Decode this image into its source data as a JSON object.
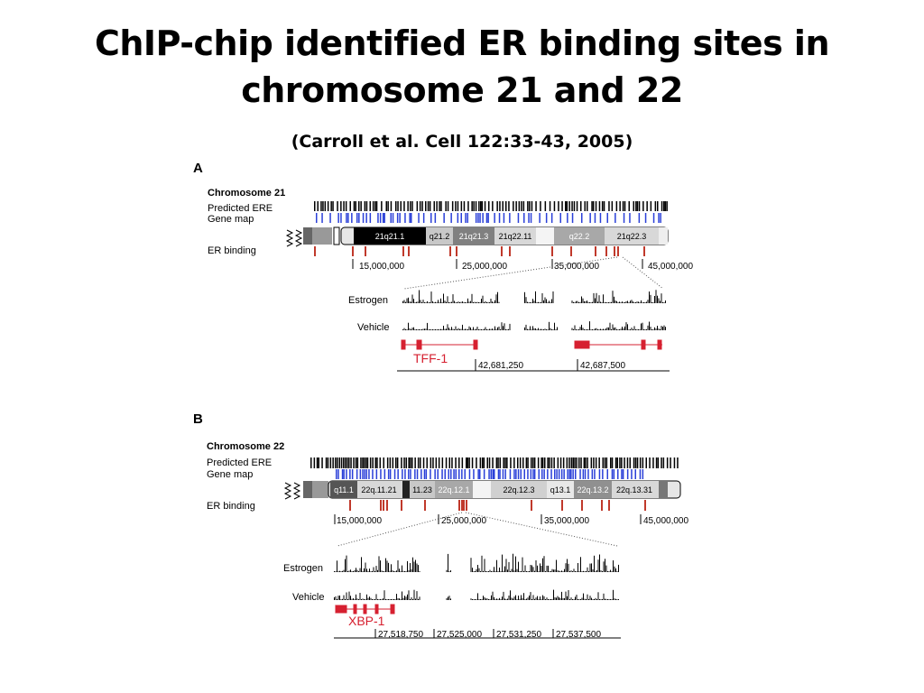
{
  "slide": {
    "title_line1": "ChIP-chip identified ER binding sites in",
    "title_line2": "chromosome 21 and 22",
    "subtitle": "(Carroll et al. Cell 122:33-43, 2005)"
  },
  "colors": {
    "ere": "#000000",
    "gene_map": "#2a3fd8",
    "er_binding": "#c0392b",
    "gene_feature": "#d62030"
  },
  "panel_a": {
    "letter": "A",
    "chromosome_label": "Chromosome 21",
    "track_labels": [
      "Predicted ERE",
      "Gene map",
      "ER binding"
    ],
    "bands": [
      "21q21.1",
      "q21.2",
      "21q21.3",
      "21q22.11",
      "q22.2",
      "21q22.3"
    ],
    "positions": [
      "15,000,000",
      "25,000,000",
      "35,000,000",
      "45,000,000"
    ],
    "signal_labels": [
      "Estrogen",
      "Vehicle"
    ],
    "gene": "TFF-1",
    "zoom_positions": [
      "42,681,250",
      "42,687,500"
    ]
  },
  "panel_b": {
    "letter": "B",
    "chromosome_label": "Chromosome 22",
    "track_labels": [
      "Predicted ERE",
      "Gene map",
      "ER binding"
    ],
    "bands": [
      "q11.1",
      "22q.11.21",
      "11.23",
      "22q.12.1",
      "22q.12.3",
      "q13.1",
      "22q.13.2",
      "22q.13.31"
    ],
    "positions": [
      "15,000,000",
      "25,000,000",
      "35,000,000",
      "45,000,000"
    ],
    "signal_labels": [
      "Estrogen",
      "Vehicle"
    ],
    "gene": "XBP-1",
    "zoom_positions": [
      "27,518,750",
      "27,525,000",
      "27,531,250",
      "27,537,500"
    ]
  }
}
